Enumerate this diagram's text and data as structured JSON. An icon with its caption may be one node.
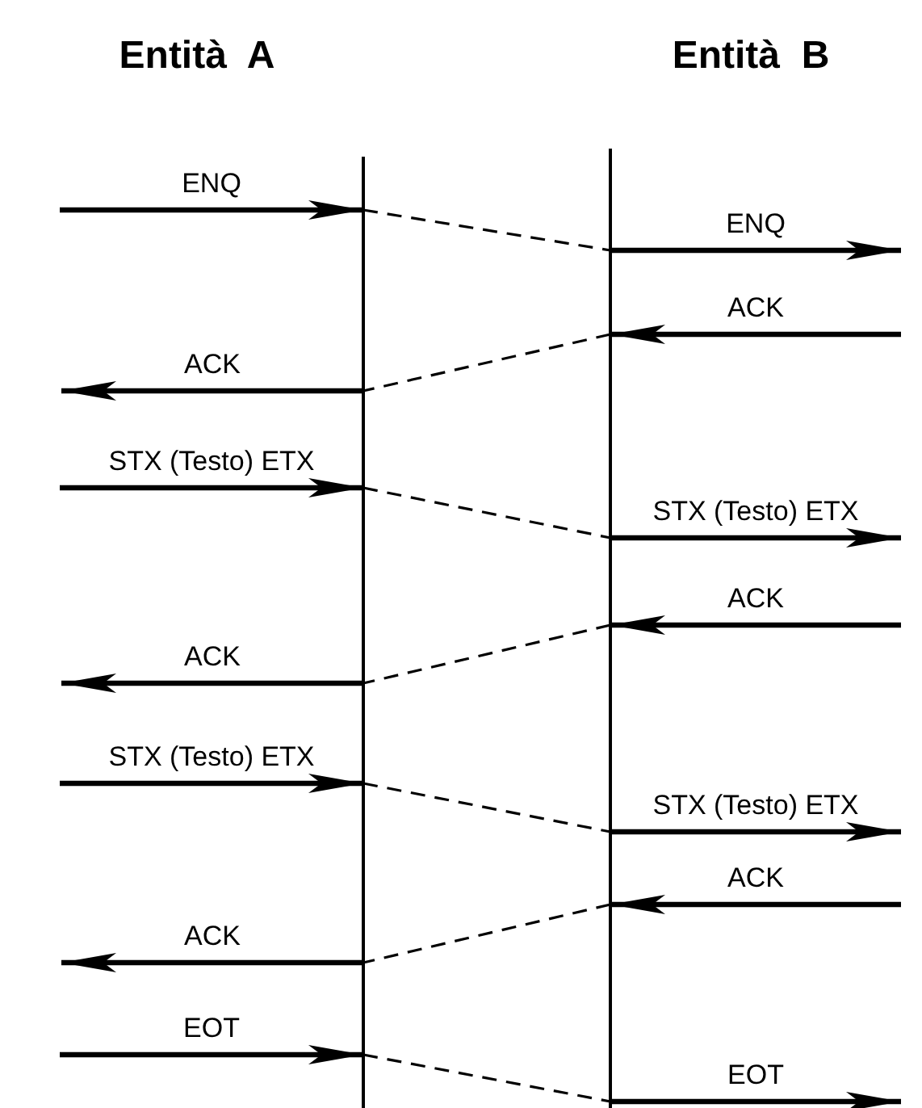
{
  "diagram": {
    "nodes": [
      {
        "text": [
          "Entità  A"
        ]
      },
      {
        "text": [
          "Entità  B"
        ]
      }
    ],
    "edges": [
      {
        "from": null,
        "to": 0,
        "arrow": "to",
        "label": "ENQ"
      },
      {
        "from": 0,
        "to": 1,
        "arrow": "none",
        "style": "dashed"
      },
      {
        "from": 1,
        "to": null,
        "arrow": "to",
        "label": "ENQ"
      },
      {
        "from": null,
        "to": 1,
        "arrow": "to",
        "label": "ACK"
      },
      {
        "from": 1,
        "to": 0,
        "arrow": "none",
        "style": "dashed"
      },
      {
        "from": 0,
        "to": null,
        "arrow": "to",
        "label": "ACK"
      },
      {
        "from": null,
        "to": 0,
        "arrow": "to",
        "label": "STX (Testo) ETX"
      },
      {
        "from": 0,
        "to": 1,
        "arrow": "none",
        "style": "dashed"
      },
      {
        "from": 1,
        "to": null,
        "arrow": "to",
        "label": "STX (Testo) ETX"
      },
      {
        "from": null,
        "to": 1,
        "arrow": "to",
        "label": "ACK"
      },
      {
        "from": 1,
        "to": 0,
        "arrow": "none",
        "style": "dashed"
      },
      {
        "from": 0,
        "to": null,
        "arrow": "to",
        "label": "ACK"
      },
      {
        "from": null,
        "to": 0,
        "arrow": "to",
        "label": "STX (Testo) ETX"
      },
      {
        "from": 0,
        "to": 1,
        "arrow": "none",
        "style": "dashed"
      },
      {
        "from": 1,
        "to": null,
        "arrow": "to",
        "label": "STX (Testo) ETX"
      },
      {
        "from": null,
        "to": 1,
        "arrow": "to",
        "label": "ACK"
      },
      {
        "from": 1,
        "to": 0,
        "arrow": "none",
        "style": "dashed"
      },
      {
        "from": 0,
        "to": null,
        "arrow": "to",
        "label": "ACK"
      },
      {
        "from": null,
        "to": 0,
        "arrow": "to",
        "label": "EOT"
      },
      {
        "from": 0,
        "to": 1,
        "arrow": "none",
        "style": "dashed"
      },
      {
        "from": 1,
        "to": null,
        "arrow": "to",
        "label": "EOT"
      }
    ]
  }
}
